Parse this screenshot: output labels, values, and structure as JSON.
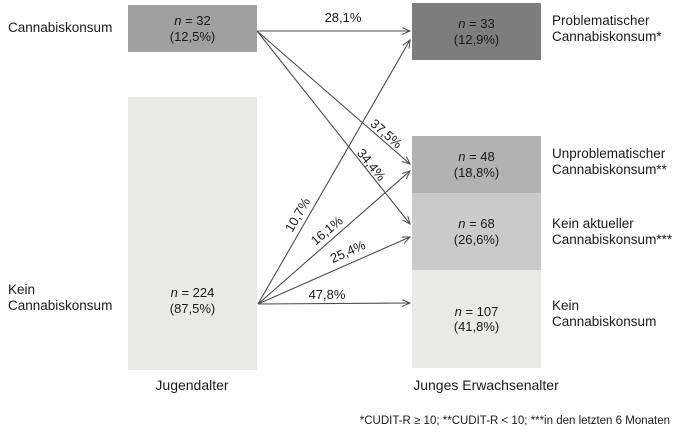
{
  "diagram": {
    "title_semantic": "Cannabis consumption transition diagram (Jugendalter to Junges Erwachsenalter)",
    "axes": {
      "left": "Jugendalter",
      "right": "Junges Erwachsenalter"
    },
    "footnote": "*CUDIT-R ≥ 10; **CUDIT-R < 10; ***in den letzten 6 Monaten",
    "colors": {
      "box_cannabiskonsum": "#a0a0a0",
      "box_kein_cannabiskonsum_left": "#e9e9e7",
      "box_problematischer": "#7d7d7d",
      "box_unproblematischer": "#b2b2b2",
      "box_kein_aktueller": "#cacaca",
      "box_kein_cannabiskonsum_right": "#e9e9e8",
      "arrow": "#4d4d4d"
    },
    "left_nodes": [
      {
        "label_lines": [
          "Cannabiskonsum"
        ],
        "n_italic": "n",
        "n_rest": " = 32",
        "pct": "(12,5%)",
        "color": "#a0a0a0"
      },
      {
        "label_lines": [
          "Kein",
          "Cannabiskonsum"
        ],
        "n_italic": "n",
        "n_rest": " = 224",
        "pct": "(87,5%)",
        "color": "#e9e9e7"
      }
    ],
    "right_nodes": [
      {
        "label_lines": [
          "Problematischer",
          "Cannabiskonsum*"
        ],
        "n_italic": "n",
        "n_rest": " = 33",
        "pct": "(12,9%)",
        "color": "#7d7d7d"
      },
      {
        "label_lines": [
          "Unproblematischer",
          "Cannabiskonsum**"
        ],
        "n_italic": "n",
        "n_rest": " = 48",
        "pct": "(18,8%)",
        "color": "#b2b2b2"
      },
      {
        "label_lines": [
          "Kein aktueller",
          "Cannabiskonsum***"
        ],
        "n_italic": "n",
        "n_rest": " = 68",
        "pct": "(26,6%)",
        "color": "#cacaca"
      },
      {
        "label_lines": [
          "Kein",
          "Cannabiskonsum"
        ],
        "n_italic": "n",
        "n_rest": " = 107",
        "pct": "(41,8%)",
        "color": "#e9e9e8"
      }
    ],
    "flows": [
      {
        "pct": "28,1%",
        "from": "Cannabiskonsum",
        "to": "Problematischer Cannabiskonsum*"
      },
      {
        "pct": "37,5%",
        "from": "Cannabiskonsum",
        "to": "Unproblematischer Cannabiskonsum**"
      },
      {
        "pct": "34,4%",
        "from": "Cannabiskonsum",
        "to": "Kein aktueller Cannabiskonsum***"
      },
      {
        "pct": "10,7%",
        "from": "Kein Cannabiskonsum",
        "to": "Problematischer Cannabiskonsum*"
      },
      {
        "pct": "16,1%",
        "from": "Kein Cannabiskonsum",
        "to": "Unproblematischer Cannabiskonsum**"
      },
      {
        "pct": "25,4%",
        "from": "Kein Cannabiskonsum",
        "to": "Kein aktueller Cannabiskonsum***"
      },
      {
        "pct": "47,8%",
        "from": "Kein Cannabiskonsum",
        "to": "Kein Cannabiskonsum"
      }
    ]
  }
}
